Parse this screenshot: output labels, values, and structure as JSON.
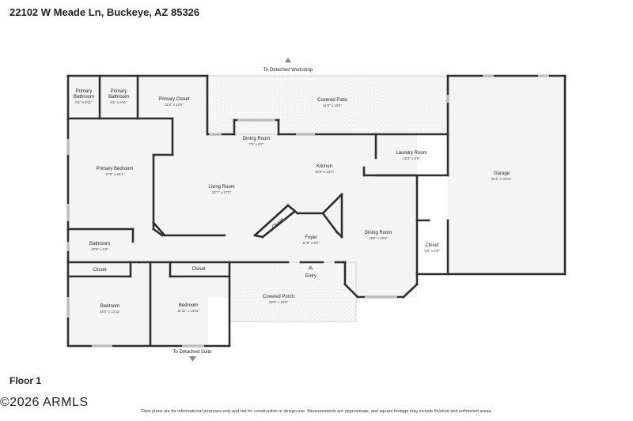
{
  "header": {
    "address": "22102 W Meade Ln, Buckeye, AZ 85326"
  },
  "floor_label": "Floor 1",
  "branding": {
    "text": "©2026 ARMLS"
  },
  "disclaimer": "Floor plans are for informational purposes only and not for construction or design use. Measurements are approximate, and square footage may include finished and unfinished areas.",
  "navigation": {
    "to_workshop": "To Detached Workshop",
    "to_suite": "To Detached Suite",
    "entry": "Entry"
  },
  "rooms": {
    "primary_bath_1": {
      "name1": "Primary",
      "name2": "Bathroom",
      "dims": "5'1\" x 6'11\""
    },
    "primary_bath_2": {
      "name1": "Primary",
      "name2": "Bathroom",
      "dims": "6'1\" x 6'11\""
    },
    "primary_closet": {
      "name": "Primary Closet",
      "dims": "11'5\" x 10'5\""
    },
    "covered_patio": {
      "name": "Covered Patio",
      "dims": "41'6\" x 10'4\""
    },
    "dining_room_top": {
      "name": "Dining Room",
      "dims": "7'5\" x 8'7\""
    },
    "kitchen": {
      "name": "Kitchen",
      "dims": "15'0\" x 13'1\""
    },
    "laundry_room": {
      "name": "Laundry Room",
      "dims": "12'2\" x 6'6\""
    },
    "garage": {
      "name": "Garage",
      "dims": "25'2\" x 33'11\""
    },
    "primary_bedroom": {
      "name": "Primary Bedroom",
      "dims": "17'8\" x 19'1\""
    },
    "living_room": {
      "name": "Living Room",
      "dims": "22'7\" x 17'0\""
    },
    "closet_center": {
      "name": "Closet"
    },
    "foyer": {
      "name": "Foyer",
      "dims": "11'6\" x 8'2\""
    },
    "dining_room_right": {
      "name": "Dining Room",
      "dims": "15'6\" x 20'8\""
    },
    "closet_garage": {
      "name": "Closet",
      "dims": "5'0\" x 8'9\""
    },
    "bathroom": {
      "name": "Bathroom",
      "dims": "10'6\" x 5'3\""
    },
    "closet_left": {
      "name": "Closet"
    },
    "closet_mid": {
      "name": "Closet"
    },
    "bedroom_1": {
      "name": "Bedroom",
      "dims": "14'0\" x 13'11\""
    },
    "bedroom_2": {
      "name": "Bedroom",
      "dims": "12'11\" x 13'11\""
    },
    "covered_porch": {
      "name": "Covered Porch",
      "dims": "22'5\" x 10'0\""
    }
  }
}
